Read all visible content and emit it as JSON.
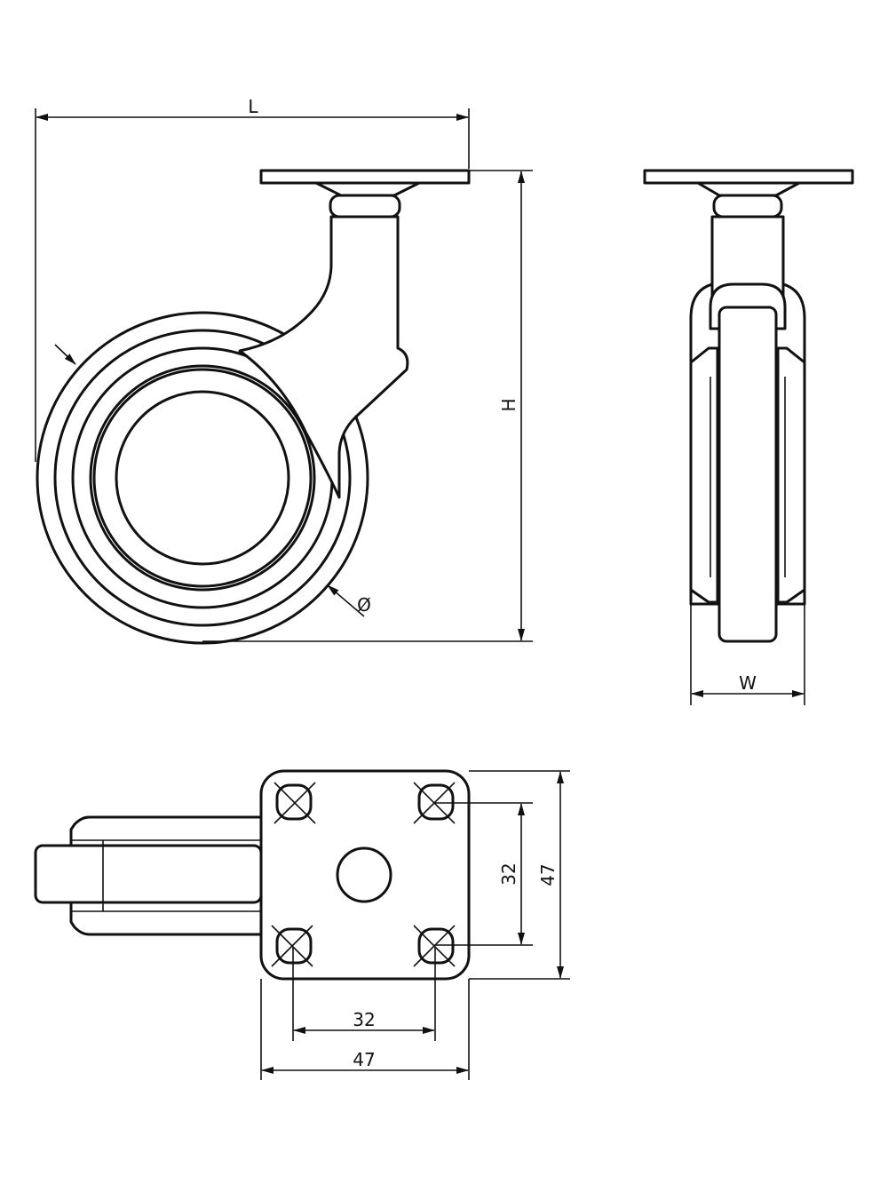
{
  "drawing": {
    "side_view": {
      "dim_length_label": "L",
      "dim_height_label": "H",
      "dim_diameter_label": "Ø"
    },
    "front_view": {
      "dim_width_label": "W"
    },
    "plate_view": {
      "hole_spacing_vertical": "32",
      "plate_height": "47",
      "hole_spacing_horizontal": "32",
      "plate_width": "47"
    }
  }
}
